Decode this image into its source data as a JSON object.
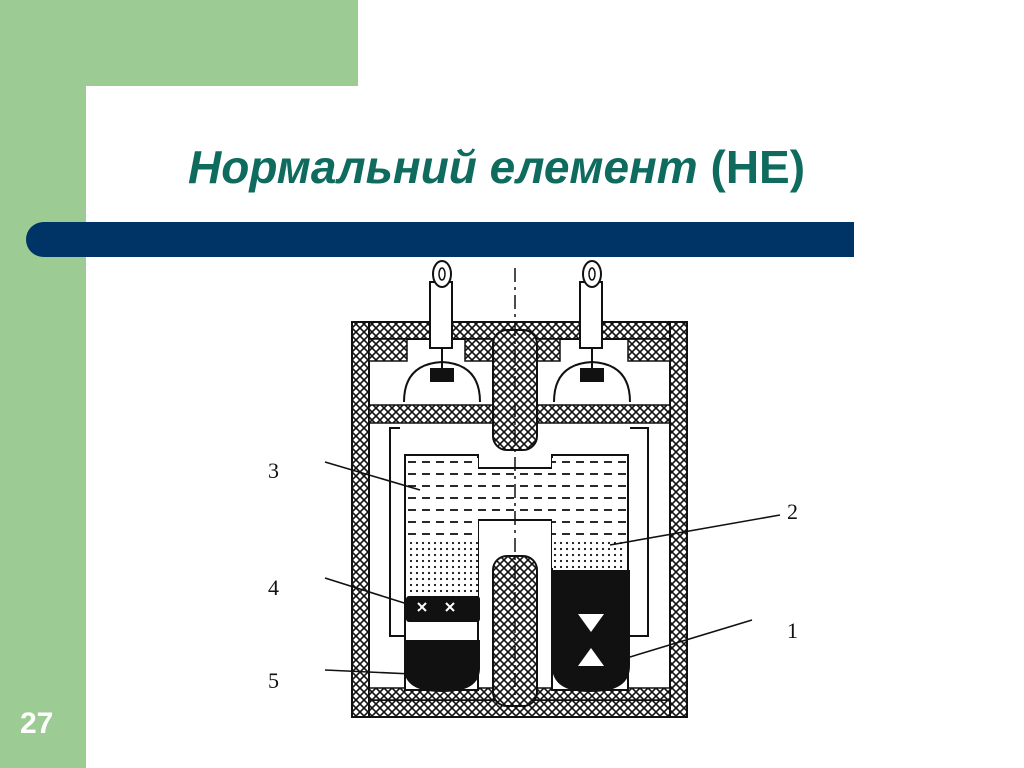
{
  "slide": {
    "title_italic": "Нормальний елемент",
    "title_plain": "(НЕ)",
    "number": "27"
  },
  "diagram": {
    "labels": [
      "1",
      "2",
      "3",
      "4",
      "5"
    ]
  },
  "colors": {
    "green_band": "#9ccc94",
    "title_text": "#0e6b5e",
    "title_bar": "#003366"
  }
}
